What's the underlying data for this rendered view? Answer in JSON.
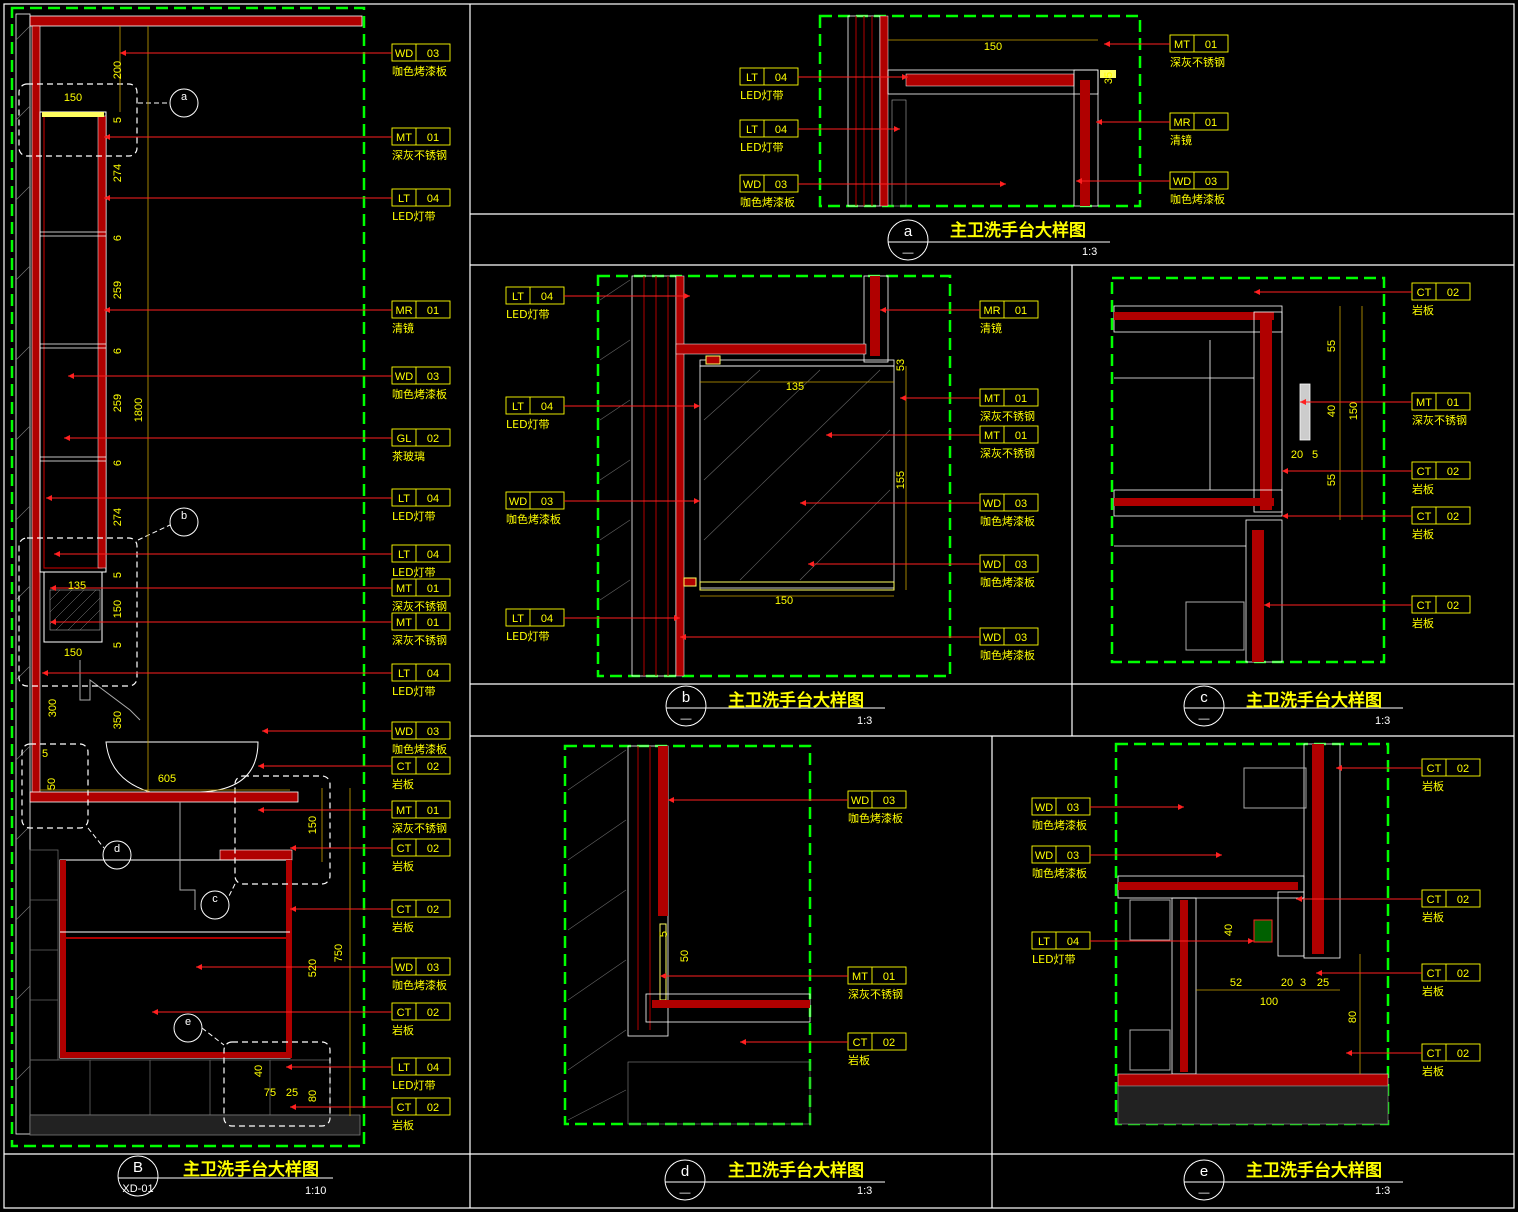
{
  "colors": {
    "background": "#000000",
    "frame": "#ffffff",
    "viewport": "#00ff00",
    "leader": "#ff2020",
    "label": "#ffff00",
    "dimension": "#c8a000",
    "structure": "#ffffff",
    "fill_red": "#b00000"
  },
  "titles": {
    "main": {
      "mark": "B",
      "sub": "XD-01",
      "text": "主卫洗手台大样图",
      "scale": "1:10"
    },
    "a": {
      "mark": "a",
      "text": "主卫洗手台大样图",
      "scale": "1:3"
    },
    "b": {
      "mark": "b",
      "text": "主卫洗手台大样图",
      "scale": "1:3"
    },
    "c": {
      "mark": "c",
      "text": "主卫洗手台大样图",
      "scale": "1:3"
    },
    "d": {
      "mark": "d",
      "text": "主卫洗手台大样图",
      "scale": "1:3"
    },
    "e": {
      "mark": "e",
      "text": "主卫洗手台大样图",
      "scale": "1:3"
    }
  },
  "callouts": {
    "main": [
      {
        "code": "WD",
        "num": "03",
        "desc": "咖色烤漆板"
      },
      {
        "code": "MT",
        "num": "01",
        "desc": "深灰不锈钢"
      },
      {
        "code": "LT",
        "num": "04",
        "desc": "LED灯带"
      },
      {
        "code": "MR",
        "num": "01",
        "desc": "清镜"
      },
      {
        "code": "WD",
        "num": "03",
        "desc": "咖色烤漆板"
      },
      {
        "code": "GL",
        "num": "02",
        "desc": "茶玻璃"
      },
      {
        "code": "LT",
        "num": "04",
        "desc": "LED灯带"
      },
      {
        "code": "LT",
        "num": "04",
        "desc": "LED灯带"
      },
      {
        "code": "MT",
        "num": "01",
        "desc": "深灰不锈钢"
      },
      {
        "code": "MT",
        "num": "01",
        "desc": "深灰不锈钢"
      },
      {
        "code": "LT",
        "num": "04",
        "desc": "LED灯带"
      },
      {
        "code": "WD",
        "num": "03",
        "desc": "咖色烤漆板"
      },
      {
        "code": "CT",
        "num": "02",
        "desc": "岩板"
      },
      {
        "code": "MT",
        "num": "01",
        "desc": "深灰不锈钢"
      },
      {
        "code": "CT",
        "num": "02",
        "desc": "岩板"
      },
      {
        "code": "CT",
        "num": "02",
        "desc": "岩板"
      },
      {
        "code": "WD",
        "num": "03",
        "desc": "咖色烤漆板"
      },
      {
        "code": "CT",
        "num": "02",
        "desc": "岩板"
      },
      {
        "code": "LT",
        "num": "04",
        "desc": "LED灯带"
      },
      {
        "code": "CT",
        "num": "02",
        "desc": "岩板"
      }
    ],
    "a_left": [
      {
        "code": "LT",
        "num": "04",
        "desc": "LED灯带"
      },
      {
        "code": "LT",
        "num": "04",
        "desc": "LED灯带"
      },
      {
        "code": "WD",
        "num": "03",
        "desc": "咖色烤漆板"
      }
    ],
    "a_right": [
      {
        "code": "MT",
        "num": "01",
        "desc": "深灰不锈钢"
      },
      {
        "code": "MR",
        "num": "01",
        "desc": "清镜"
      },
      {
        "code": "WD",
        "num": "03",
        "desc": "咖色烤漆板"
      }
    ],
    "b_left": [
      {
        "code": "LT",
        "num": "04",
        "desc": "LED灯带"
      },
      {
        "code": "LT",
        "num": "04",
        "desc": "LED灯带"
      },
      {
        "code": "WD",
        "num": "03",
        "desc": "咖色烤漆板"
      },
      {
        "code": "LT",
        "num": "04",
        "desc": "LED灯带"
      }
    ],
    "b_right": [
      {
        "code": "MR",
        "num": "01",
        "desc": "清镜"
      },
      {
        "code": "MT",
        "num": "01",
        "desc": "深灰不锈钢"
      },
      {
        "code": "MT",
        "num": "01",
        "desc": "深灰不锈钢"
      },
      {
        "code": "WD",
        "num": "03",
        "desc": "咖色烤漆板"
      },
      {
        "code": "WD",
        "num": "03",
        "desc": "咖色烤漆板"
      },
      {
        "code": "WD",
        "num": "03",
        "desc": "咖色烤漆板"
      }
    ],
    "c_right": [
      {
        "code": "CT",
        "num": "02",
        "desc": "岩板"
      },
      {
        "code": "MT",
        "num": "01",
        "desc": "深灰不锈钢"
      },
      {
        "code": "CT",
        "num": "02",
        "desc": "岩板"
      },
      {
        "code": "CT",
        "num": "02",
        "desc": "岩板"
      },
      {
        "code": "CT",
        "num": "02",
        "desc": "岩板"
      }
    ],
    "d_right": [
      {
        "code": "WD",
        "num": "03",
        "desc": "咖色烤漆板"
      },
      {
        "code": "MT",
        "num": "01",
        "desc": "深灰不锈钢"
      },
      {
        "code": "CT",
        "num": "02",
        "desc": "岩板"
      }
    ],
    "e_left": [
      {
        "code": "WD",
        "num": "03",
        "desc": "咖色烤漆板"
      },
      {
        "code": "WD",
        "num": "03",
        "desc": "咖色烤漆板"
      },
      {
        "code": "LT",
        "num": "04",
        "desc": "LED灯带"
      }
    ],
    "e_right": [
      {
        "code": "CT",
        "num": "02",
        "desc": "岩板"
      },
      {
        "code": "CT",
        "num": "02",
        "desc": "岩板"
      },
      {
        "code": "CT",
        "num": "02",
        "desc": "岩板"
      },
      {
        "code": "CT",
        "num": "02",
        "desc": "岩板"
      }
    ]
  },
  "dims": {
    "main": [
      "200",
      "150",
      "5",
      "274",
      "6",
      "259",
      "6",
      "259",
      "1800",
      "6",
      "274",
      "5",
      "135",
      "150",
      "5",
      "150",
      "300",
      "350",
      "5",
      "50",
      "605",
      "150",
      "750",
      "520",
      "40",
      "75",
      "25",
      "80"
    ],
    "a": [
      "150",
      "35"
    ],
    "b": [
      "53",
      "135",
      "155",
      "150"
    ],
    "c": [
      "55",
      "40",
      "150",
      "20",
      "5",
      "55"
    ],
    "d": [
      "5",
      "50"
    ],
    "e": [
      "40",
      "52",
      "20",
      "3",
      "25",
      "100",
      "80"
    ]
  },
  "section_marks": {
    "a": "a",
    "b": "b",
    "c": "c",
    "d": "d",
    "e": "e",
    "dash": "—"
  }
}
